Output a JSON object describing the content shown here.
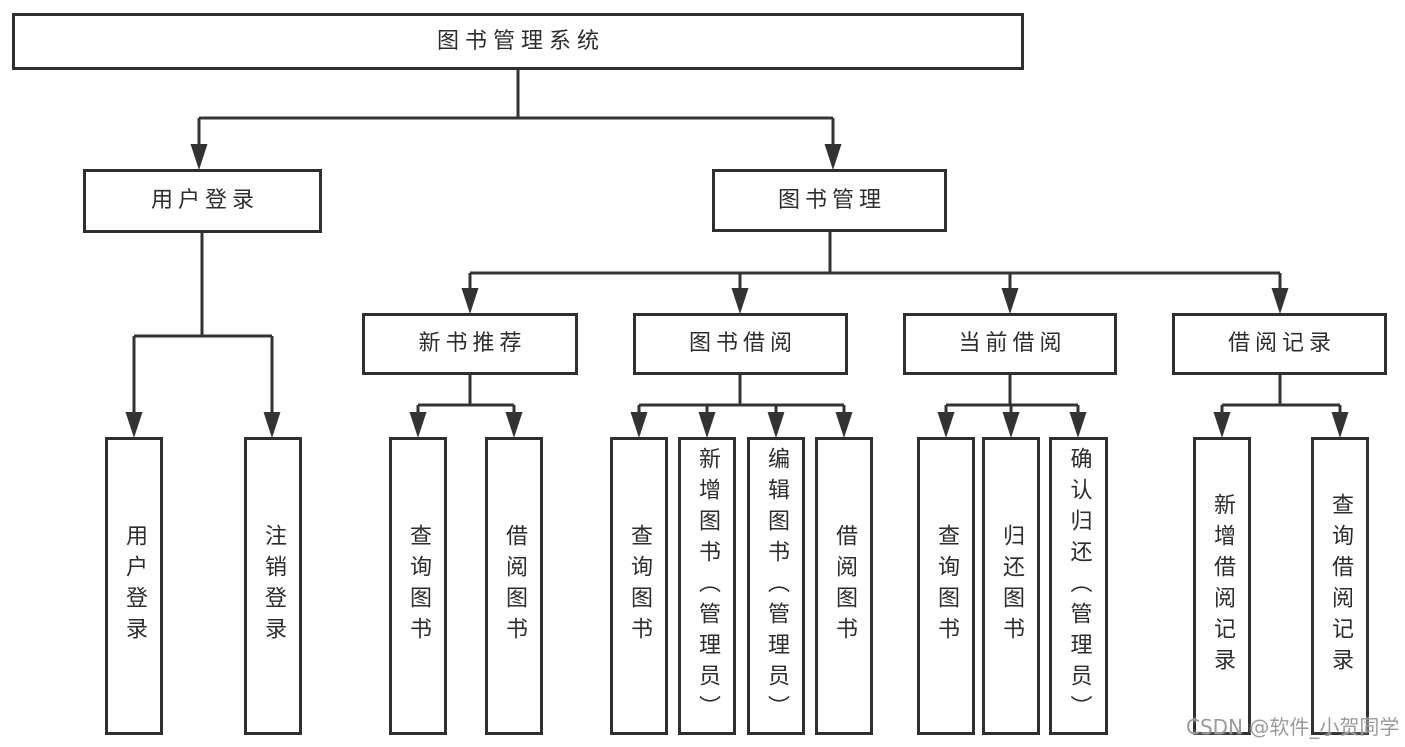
{
  "colors": {
    "line": "#333333",
    "box_border": "#2f2f2f",
    "text": "#2d2d2d",
    "watermark": "#9b9b9b",
    "background": "#ffffff"
  },
  "tree": {
    "root": {
      "label": "图书管理系统"
    },
    "branches": [
      {
        "label": "用户登录",
        "children": [
          {
            "label": "用户登录"
          },
          {
            "label": "注销登录"
          }
        ]
      },
      {
        "label": "图书管理",
        "children": [
          {
            "label": "新书推荐",
            "children": [
              {
                "label": "查询图书"
              },
              {
                "label": "借阅图书"
              }
            ]
          },
          {
            "label": "图书借阅",
            "children": [
              {
                "label": "查询图书"
              },
              {
                "label": "新增图书（管理员）"
              },
              {
                "label": "编辑图书（管理员）"
              },
              {
                "label": "借阅图书"
              }
            ]
          },
          {
            "label": "当前借阅",
            "children": [
              {
                "label": "查询图书"
              },
              {
                "label": "归还图书"
              },
              {
                "label": "确认归还（管理员）"
              }
            ]
          },
          {
            "label": "借阅记录",
            "children": [
              {
                "label": "新增借阅记录"
              },
              {
                "label": "查询借阅记录"
              }
            ]
          }
        ]
      }
    ]
  },
  "watermark": {
    "text": "CSDN @软件_小贺同学"
  }
}
